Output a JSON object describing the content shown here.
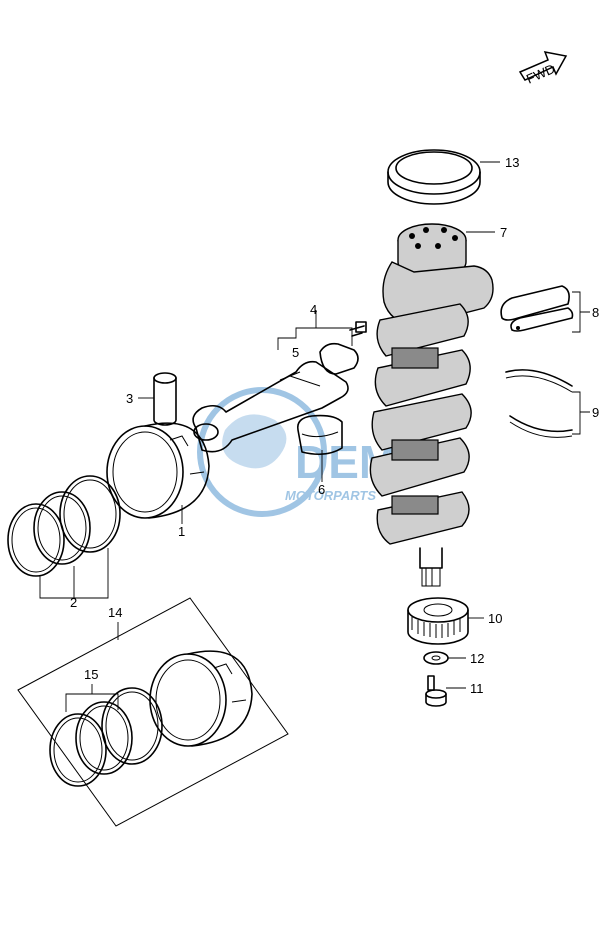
{
  "callouts": {
    "p1": "1",
    "p2": "2",
    "p3": "3",
    "p4": "4",
    "p5": "5",
    "p6": "6",
    "p7": "7",
    "p8": "8",
    "p9": "9",
    "p10": "10",
    "p11": "11",
    "p12": "12",
    "p13": "13",
    "p14": "14",
    "p15": "15"
  },
  "fwd_label": "FWD",
  "watermark": {
    "brand": "DEM",
    "sub": "MOTORPARTS",
    "color": "#2f7fc4"
  },
  "colors": {
    "ink": "#000000",
    "part_shade": "#cfcfcf",
    "background": "#ffffff"
  }
}
